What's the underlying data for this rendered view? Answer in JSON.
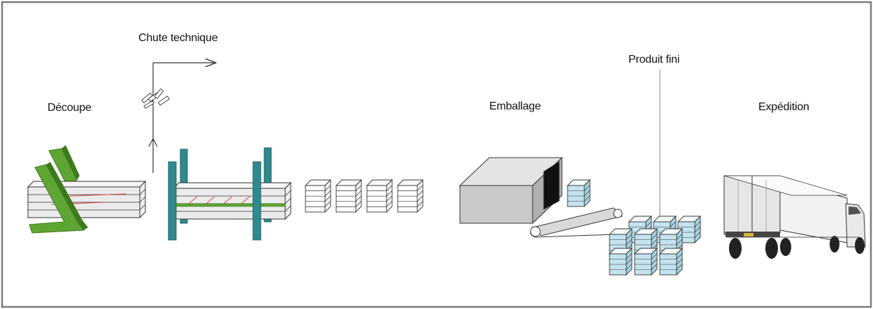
{
  "labels": {
    "decoupe": "Découpe",
    "chute_technique": "Chute technique",
    "emballage": "Emballage",
    "produit_fini": "Produit fini",
    "expedition": "Expédition"
  },
  "colors": {
    "frame": "#7a7a7a",
    "green": "#5fa534",
    "green_dark": "#3d7a1c",
    "teal": "#2f8a8f",
    "teal_dark": "#1c5e62",
    "light_blue": "#bfe0ec",
    "gray": "#d0d0d0",
    "line": "#333333"
  },
  "icons": [
    "diagonal-saw-icon",
    "offcut-pieces-icon",
    "panel-stack-icon",
    "press-machine-icon",
    "panel-bundle-icon",
    "packaging-machine-icon",
    "conveyor-icon",
    "packed-bundle-icon",
    "semi-truck-icon",
    "arrow-icon"
  ]
}
